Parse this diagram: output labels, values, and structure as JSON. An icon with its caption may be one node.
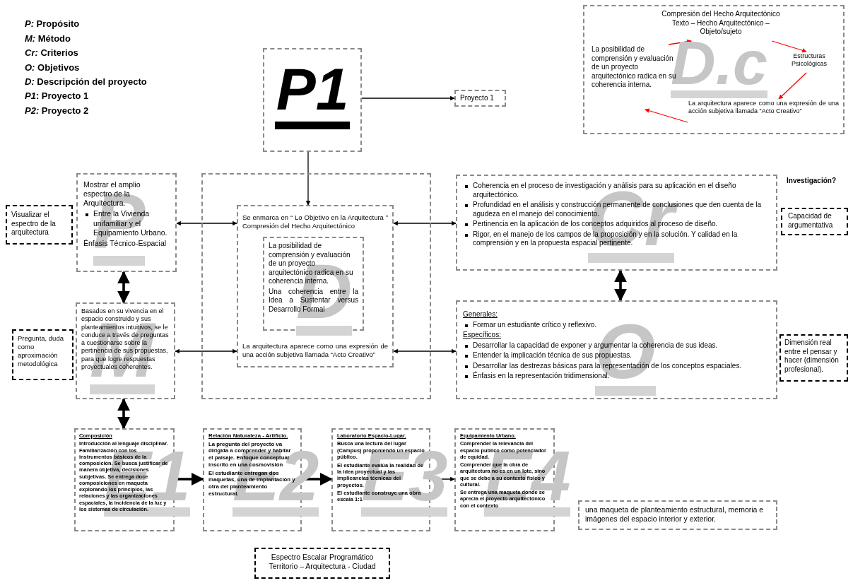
{
  "diagram": {
    "nodes": [
      {
        "text": [
          "P1"
        ]
      },
      {
        "text": [
          "Proyecto 1"
        ]
      },
      {
        "text": [
          "D.c"
        ]
      },
      {
        "text": [
          "Compresión del Hecho Arquitectónico Texto – Hecho Arquitectónico – Objeto/sujeto"
        ],
        "in": 2
      },
      {
        "text": [
          "Estructuras Psicológicas"
        ],
        "in": 2
      },
      {
        "text": [
          "La arquitectura aparece como una expresión de una acción subjetiva llamada “Acto Creativo”"
        ],
        "in": 2
      },
      {
        "text": [
          "La posibilidad de comprensión y evaluación de un proyecto arquitectónico radica en su coherencia interna."
        ],
        "in": 2
      },
      {
        "text": [
          "Visualizar el espectro de la arquitectura"
        ]
      },
      {
        "text": [
          "Mostrar el amplio espectro de la Arquitectura.",
          "Entre la Vivienda unifamiliar y el Equipamiento Urbano.",
          "Énfasis Técnico-Espacial",
          "P"
        ]
      },
      {
        "text": [],
        "shape": "box"
      },
      {
        "text": [
          "Se enmarca en “ Lo Objetivo en la Arquitectura ” Compresión del Hecho Arquitectónico",
          "La arquitectura aparece como una expresión de una acción subjetiva llamada “Acto Creativo”"
        ],
        "in": 9
      },
      {
        "text": [
          "La posibilidad de comprensión y evaluación de un proyecto arquitectónico radica en su coherencia interna.",
          "Una coherencia entre la Idea a Sustentar versus Desarrollo Formal",
          "D"
        ],
        "in": 10
      },
      {
        "text": [
          "Pregunta, duda como aproximación metodológica"
        ]
      },
      {
        "text": [
          "Basados en su vivencia en el espacio construido y sus planteamientos intuitivos, se le conduce a través de preguntas a cuestionarse sobre la pertinencia de sus propuestas, para que logre respuestas proyectuales coherentes.",
          "M"
        ]
      },
      {
        "text": [
          "Coherencia en el proceso de investigación y análisis para su aplicación en el diseño arquitectónico.",
          "Profundidad en el análisis y construcción permanente de conclusiones que den cuenta de la agudeza en el manejo del conocimiento.",
          "Pertinencia en la aplicación de los conceptos adquiridos al proceso de diseño.",
          "Rigor, en el manejo de los campos de la proposición y en la solución. Y calidad en la comprensión y en la propuesta espacial pertinente.",
          "Cr"
        ]
      },
      {
        "text": [
          "Capacidad de argumentativa"
        ]
      },
      {
        "text": [
          "Generales:",
          "Formar un estudiante crítico y reflexivo.",
          "Específicos:",
          "Desarrollar la capacidad de exponer y argumentar la coherencia de sus ideas.",
          "Entender la implicación técnica de sus propuestas.",
          "Desarrollar las destrezas básicas para la representación de los conceptos espaciales.",
          "Énfasis en la representación tridimensional.",
          "O"
        ]
      },
      {
        "text": [
          "Dimensión real entre el pensar y hacer (dimensión profesional)."
        ]
      },
      {
        "text": [
          "Composición",
          "Introducción al lenguaje disciplinar. Familiarización con los instrumentos básicos de la composición.  Se busca justificar de manera objetiva, decisiones subjetivas. Se entrega doce composiciones en maqueta explorando los principios, las relaciones y las organizaciones espaciales, la incidencia de la luz y los sistemas de circulación.",
          "E1"
        ]
      },
      {
        "text": [
          "Relación Naturaleza - Artificio.",
          "La pregunta del proyecto va dirigida a comprender y habitar el paisaje. Enfoque conceptual inscrito en una cosmovisión",
          "El estudiante entregan dos maquetas, una de implantación y otra del planteamiento estructural.",
          "E2"
        ]
      },
      {
        "text": [
          "Laboratorio Espacio-Lugar.",
          "Busca una lectura del lugar (Campus) proponiendo un espacio público.",
          "El estudiante evalúa la realidad de la idea proyectual y las implicancias técnicas del proyectos.",
          "El estudiante construye una obra escala 1:1",
          "E3"
        ]
      },
      {
        "text": [
          "Equipamiento Urbano.",
          "Comprender la relevancia del espacio publico como potenciador de equidad.",
          "Comprender que la obra de arquitectura no es en un lote, sino que se debe a su contexto físico y cultural.",
          "Se entrega una maqueta donde se aprecia el proyecto arquitectónico con el contexto",
          "E4"
        ]
      },
      {
        "text": [
          "una maqueta de planteamiento estructural, memoria e imágenes del espacio interior y exterior."
        ]
      },
      {
        "text": [
          "Espectro Escalar Programático Territorio – Arquitectura - Ciudad"
        ]
      }
    ],
    "edges": [
      {
        "from": 0,
        "to": 1,
        "arrow": "to"
      },
      {
        "from": 0,
        "to": 10,
        "arrow": "to"
      },
      {
        "from": 6,
        "to": 3,
        "arrow": "to",
        "color": "#ff0000"
      },
      {
        "from": 3,
        "to": 4,
        "arrow": "to",
        "color": "#ff0000"
      },
      {
        "from": 4,
        "to": 5,
        "arrow": "to",
        "color": "#ff0000"
      },
      {
        "from": 5,
        "to": 6,
        "arrow": "to",
        "color": "#ff0000"
      },
      {
        "from": 8,
        "to": 10,
        "arrow": "both"
      },
      {
        "from": 13,
        "to": 10,
        "arrow": "both"
      },
      {
        "from": 8,
        "to": 13,
        "arrow": "both",
        "style": "thick"
      },
      {
        "from": 10,
        "to": 14,
        "arrow": "both"
      },
      {
        "from": 10,
        "to": 16,
        "arrow": "both"
      },
      {
        "from": 14,
        "to": 16,
        "arrow": "both",
        "style": "thick"
      },
      {
        "from": 13,
        "to": 18,
        "arrow": "both",
        "style": "thick"
      },
      {
        "from": 18,
        "to": 19,
        "arrow": "to",
        "style": "thick"
      },
      {
        "from": 19,
        "to": 20,
        "arrow": "to",
        "style": "thick"
      },
      {
        "from": 20,
        "to": 21,
        "arrow": "to"
      }
    ],
    "labels": [
      "*P:* Propósito",
      "*M:* Método",
      "*Cr:* Criterios",
      "*O:* Objetivos",
      "*D:* Descripción del proyecto",
      "*P1*: Proyecto 1",
      "*P2:* Proyecto 2",
      "Investigación?"
    ]
  }
}
